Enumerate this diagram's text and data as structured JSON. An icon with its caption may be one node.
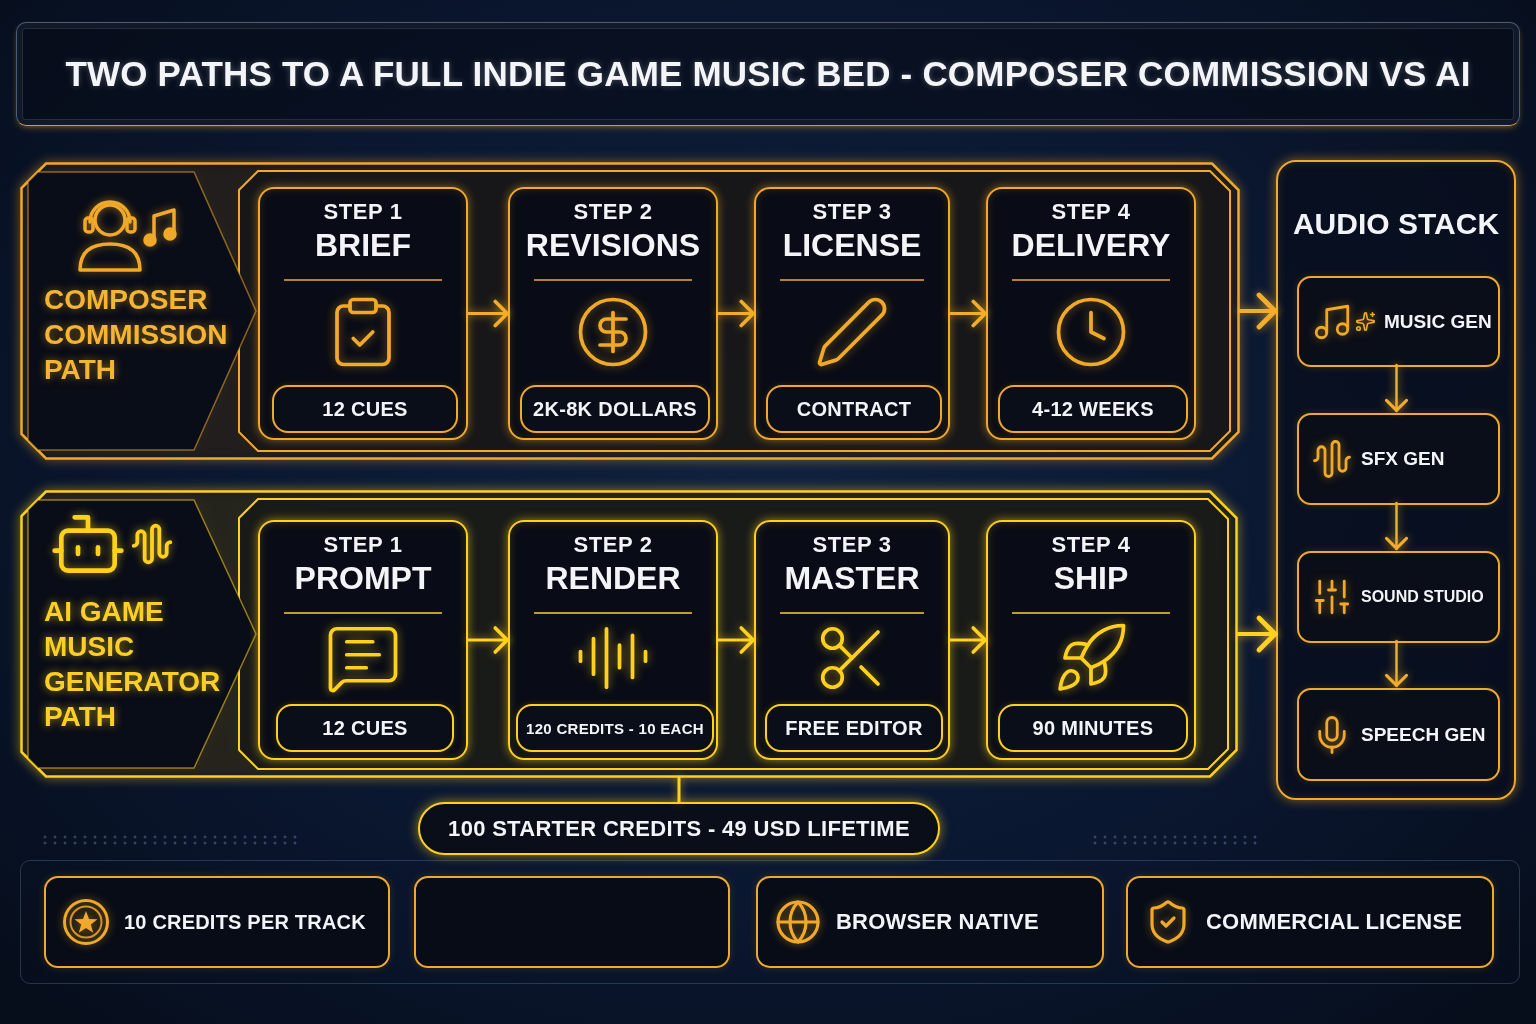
{
  "diagram": {
    "title": "TWO PATHS TO A FULL INDIE GAME MUSIC BED - COMPOSER COMMISSION VS AI",
    "nodes": [
      {
        "text": [
          "COMPOSER COMMISSION PATH"
        ]
      },
      {
        "text": [
          "STEP 1",
          "BRIEF"
        ],
        "in": 0
      },
      {
        "text": [
          "12 CUES"
        ],
        "in": 1
      },
      {
        "text": [
          "STEP 2",
          "REVISIONS"
        ],
        "in": 0
      },
      {
        "text": [
          "2K-8K DOLLARS"
        ],
        "in": 3
      },
      {
        "text": [
          "STEP 3",
          "LICENSE"
        ],
        "in": 0
      },
      {
        "text": [
          "CONTRACT"
        ],
        "in": 5
      },
      {
        "text": [
          "STEP 4",
          "DELIVERY"
        ],
        "in": 0
      },
      {
        "text": [
          "4-12 WEEKS"
        ],
        "in": 7
      },
      {
        "text": [
          "AI GAME MUSIC GENERATOR PATH"
        ]
      },
      {
        "text": [
          "STEP 1",
          "PROMPT"
        ],
        "in": 9
      },
      {
        "text": [
          "12 CUES"
        ],
        "in": 10
      },
      {
        "text": [
          "STEP 2",
          "RENDER"
        ],
        "in": 9
      },
      {
        "text": [
          "120 CREDITS - 10 EACH"
        ],
        "in": 12
      },
      {
        "text": [
          "STEP 3",
          "MASTER"
        ],
        "in": 9
      },
      {
        "text": [
          "FREE EDITOR"
        ],
        "in": 14
      },
      {
        "text": [
          "STEP 4",
          "SHIP"
        ],
        "in": 9
      },
      {
        "text": [
          "90 MINUTES"
        ],
        "in": 16
      },
      {
        "text": [
          "AUDIO STACK"
        ]
      },
      {
        "text": [
          "MUSIC GEN"
        ],
        "in": 18
      },
      {
        "text": [
          "SFX GEN"
        ],
        "in": 18
      },
      {
        "text": [
          "SOUND STUDIO"
        ],
        "in": 18
      },
      {
        "text": [
          "SPEECH GEN"
        ],
        "in": 18
      },
      {
        "text": [
          "100 STARTER CREDITS - 49 USD LIFETIME"
        ]
      },
      {
        "text": [
          "10 CREDITS PER TRACK"
        ]
      },
      {
        "text": [],
        "shape": "box"
      },
      {
        "text": [
          "BROWSER NATIVE"
        ]
      },
      {
        "text": [
          "COMMERCIAL LICENSE"
        ]
      }
    ],
    "edges": [
      {
        "from": 1,
        "to": 3,
        "arrow": "to"
      },
      {
        "from": 3,
        "to": 5,
        "arrow": "to"
      },
      {
        "from": 5,
        "to": 7,
        "arrow": "to"
      },
      {
        "from": 0,
        "to": 18,
        "arrow": "to"
      },
      {
        "from": 10,
        "to": 12,
        "arrow": "to",
        "color": "#ffd21f"
      },
      {
        "from": 12,
        "to": 14,
        "arrow": "to",
        "color": "#ffd21f"
      },
      {
        "from": 14,
        "to": 16,
        "arrow": "to",
        "color": "#ffd21f"
      },
      {
        "from": 9,
        "to": 18,
        "arrow": "to",
        "color": "#ffd21f"
      },
      {
        "from": 19,
        "to": 20,
        "arrow": "to"
      },
      {
        "from": 20,
        "to": 21,
        "arrow": "to"
      },
      {
        "from": 21,
        "to": 22,
        "arrow": "to"
      },
      {
        "from": 9,
        "to": 23,
        "arrow": "none",
        "color": "#ffd21f"
      }
    ]
  }
}
